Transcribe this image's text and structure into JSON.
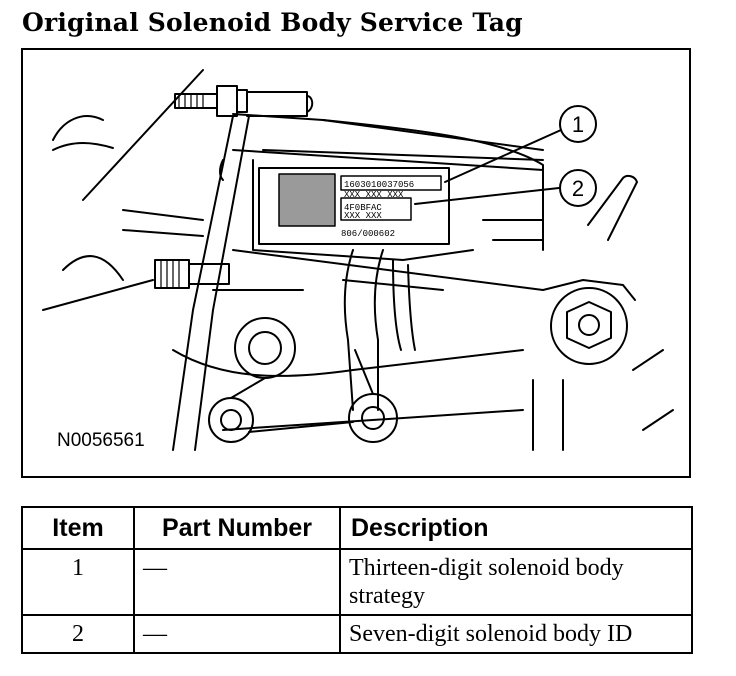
{
  "title": "Original Solenoid Body Service Tag",
  "figure": {
    "id": "N0056561",
    "callouts": [
      "1",
      "2"
    ],
    "tag_lines": [
      "1603010037056",
      "XXX XXX XXX",
      "4F0BFAC",
      "XXX XXX",
      "806/000602"
    ]
  },
  "table": {
    "headers": {
      "item": "Item",
      "part_number": "Part Number",
      "description": "Description"
    },
    "rows": [
      {
        "item": "1",
        "part_number": "—",
        "description": "Thirteen-digit solenoid body strategy"
      },
      {
        "item": "2",
        "part_number": "—",
        "description": "Seven-digit solenoid body ID"
      }
    ]
  }
}
